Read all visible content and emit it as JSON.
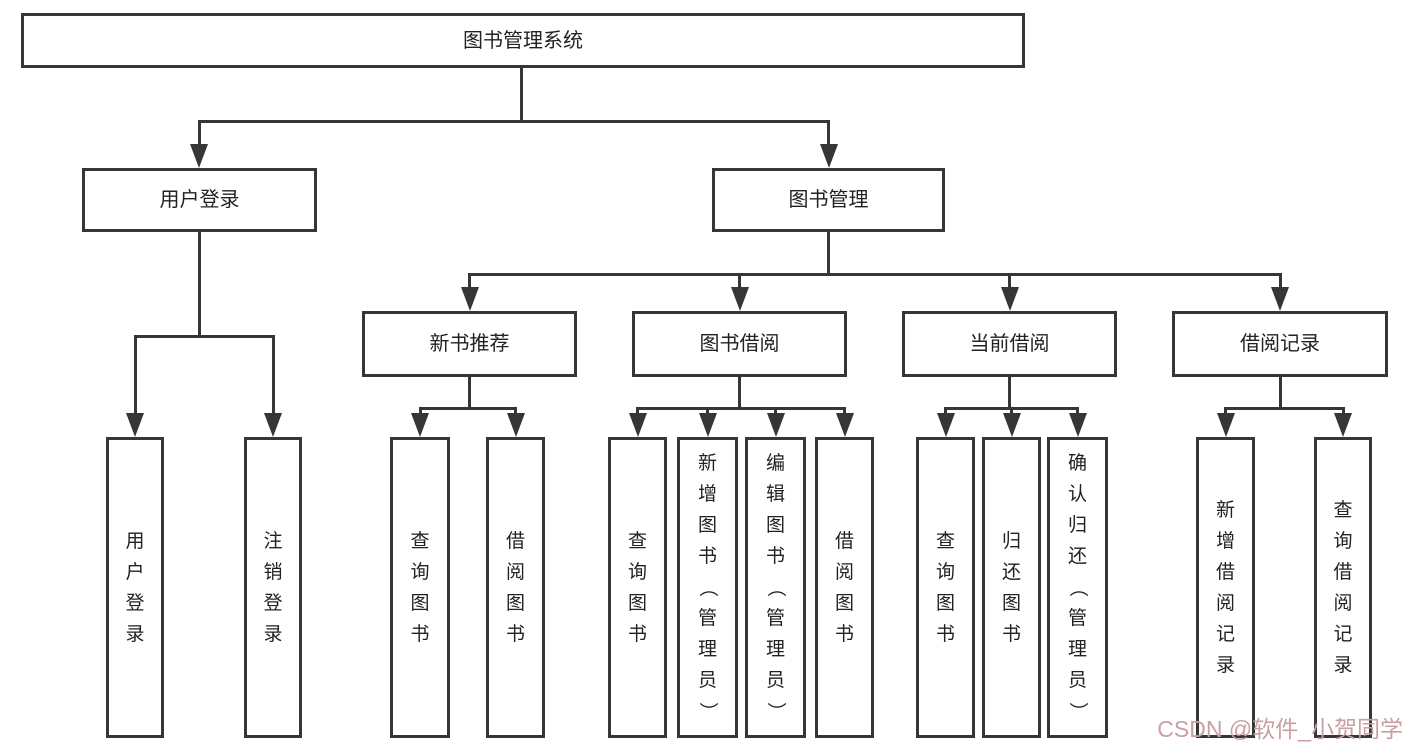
{
  "tree": {
    "root": {
      "label": "图书管理系统",
      "children": [
        {
          "label": "用户登录",
          "children": [
            {
              "label": "用户登录"
            },
            {
              "label": "注销登录"
            }
          ]
        },
        {
          "label": "图书管理",
          "children": [
            {
              "label": "新书推荐",
              "children": [
                {
                  "label": "查询图书"
                },
                {
                  "label": "借阅图书"
                }
              ]
            },
            {
              "label": "图书借阅",
              "children": [
                {
                  "label": "查询图书"
                },
                {
                  "label": "新增图书（管理员）"
                },
                {
                  "label": "编辑图书（管理员）"
                },
                {
                  "label": "借阅图书"
                }
              ]
            },
            {
              "label": "当前借阅",
              "children": [
                {
                  "label": "查询图书"
                },
                {
                  "label": "归还图书"
                },
                {
                  "label": "确认归还（管理员）"
                }
              ]
            },
            {
              "label": "借阅记录",
              "children": [
                {
                  "label": "新增借阅记录"
                },
                {
                  "label": "查询借阅记录"
                }
              ]
            }
          ]
        }
      ]
    }
  },
  "watermark": {
    "text": "CSDN @软件_小贺同学",
    "color": "#c79fa4"
  },
  "colors": {
    "line": "#363636",
    "box_border": "#363636",
    "box_fill": "#ffffff",
    "text": "#222222",
    "background": "#ffffff"
  }
}
